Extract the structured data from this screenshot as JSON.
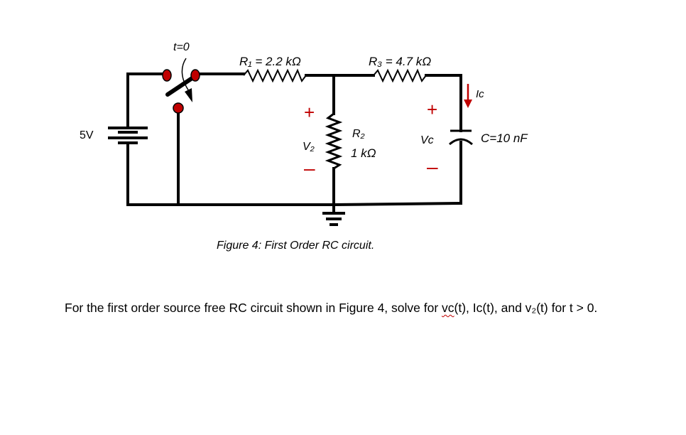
{
  "labels": {
    "switch_time": "t=0",
    "r1": "R₁ = 2.2 kΩ",
    "r3": "R₃ = 4.7 kΩ",
    "r2_name": "R₂",
    "r2_value": "1 kΩ",
    "source": "5V",
    "v2_plus": "+",
    "v2": "V₂",
    "v2_minus": "–",
    "vc_plus": "+",
    "vc": "Vᴄ",
    "vc_minus": "–",
    "ic": "Iᴄ",
    "capacitor": "C=10 nF"
  },
  "caption": "Figure 4: First Order RC circuit.",
  "problem": {
    "prefix": "For the first order source free RC circuit shown in Figure 4, solve for ",
    "vc_term": "vᴄ",
    "suffix": "(t), Iᴄ(t), and v₂(t) for t > 0."
  },
  "colors": {
    "wire": "#000000",
    "switch_contact": "#c00000",
    "polarity_mark": "#c00000",
    "current_arrow": "#c00000"
  }
}
